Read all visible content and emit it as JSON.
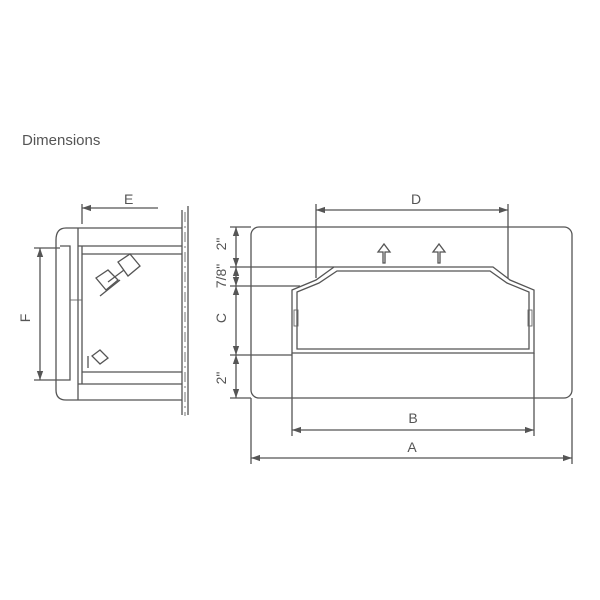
{
  "title": "Dimensions",
  "labels": {
    "A": "A",
    "B": "B",
    "C": "C",
    "D": "D",
    "E": "E",
    "F": "F",
    "top_2in": "2\"",
    "seven_eighths": "7/8\"",
    "bottom_2in": "2\""
  },
  "colors": {
    "line": "#555555",
    "text": "#555555",
    "background": "#ffffff"
  }
}
